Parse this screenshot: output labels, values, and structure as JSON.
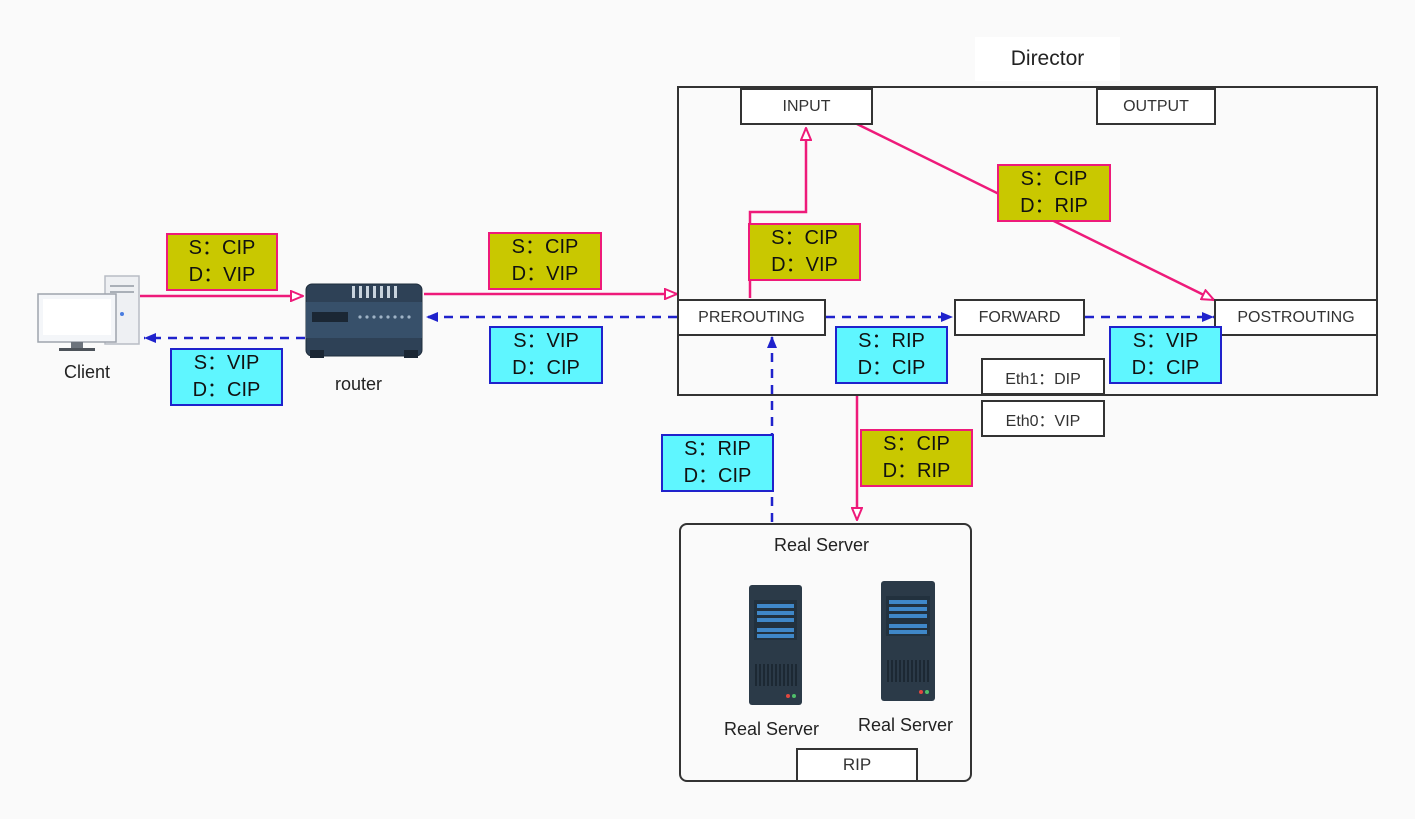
{
  "director": {
    "title": "Director",
    "chains": {
      "input": "INPUT",
      "output": "OUTPUT",
      "prerouting": "PREROUTING",
      "forward": "FORWARD",
      "postrouting": "POSTROUTING"
    },
    "interfaces": {
      "eth1": "Eth1：DIP",
      "eth0": "Eth0：VIP"
    }
  },
  "nodes": {
    "client": "Client",
    "router": "router",
    "real_server_group": "Real Server",
    "real_server_1": "Real Server",
    "real_server_2": "Real Server",
    "rip": "RIP"
  },
  "packets": {
    "client_to_router": {
      "s": "S：CIP",
      "d": "D：VIP"
    },
    "router_to_client": {
      "s": "S：VIP",
      "d": "D：CIP"
    },
    "router_to_director": {
      "s": "S：CIP",
      "d": "D：VIP"
    },
    "director_to_router": {
      "s": "S：VIP",
      "d": "D：CIP"
    },
    "prerouting_to_input": {
      "s": "S：CIP",
      "d": "D：VIP"
    },
    "input_to_postrouting": {
      "s": "S：CIP",
      "d": "D：RIP"
    },
    "prerouting_to_forward": {
      "s": "S：RIP",
      "d": "D：CIP"
    },
    "forward_to_postrouting": {
      "s": "S：VIP",
      "d": "D：CIP"
    },
    "director_to_realserver": {
      "s": "S：CIP",
      "d": "D：RIP"
    },
    "realserver_to_director": {
      "s": "S：RIP",
      "d": "D：CIP"
    }
  },
  "colors": {
    "request": "#ee1a7a",
    "response": "#1f22cc",
    "request_label_bg": "#c9c800",
    "response_label_bg": "#5ff6ff"
  }
}
